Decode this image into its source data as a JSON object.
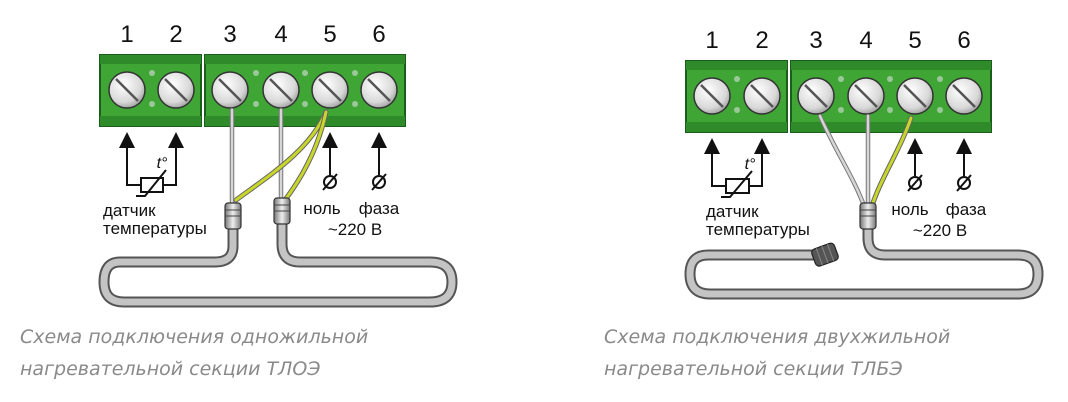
{
  "diagrams": [
    {
      "terminals": [
        "1",
        "2",
        "3",
        "4",
        "5",
        "6"
      ],
      "sensor_label_line1": "датчик",
      "sensor_label_line2": "температуры",
      "sensor_symbol": "t°",
      "neutral_label": "ноль",
      "phase_label": "фаза",
      "voltage_label": "~220 В",
      "caption_line1": "Схема подключения одножильной",
      "caption_line2": "нагревательной секции ТЛОЭ"
    },
    {
      "terminals": [
        "1",
        "2",
        "3",
        "4",
        "5",
        "6"
      ],
      "sensor_label_line1": "датчик",
      "sensor_label_line2": "температуры",
      "sensor_symbol": "t°",
      "neutral_label": "ноль",
      "phase_label": "фаза",
      "voltage_label": "~220 В",
      "caption_line1": "Схема подключения двухжильной",
      "caption_line2": "нагревательной секции ТЛБЭ"
    }
  ],
  "colors": {
    "terminal_green": "#3fa535",
    "terminal_dark": "#1b5e1b",
    "screw_face": "#e6e6e6",
    "cable_gray": "#a8a8a8",
    "wire_yellow": "#c8d62a",
    "caption_gray": "#8a8a8a"
  }
}
